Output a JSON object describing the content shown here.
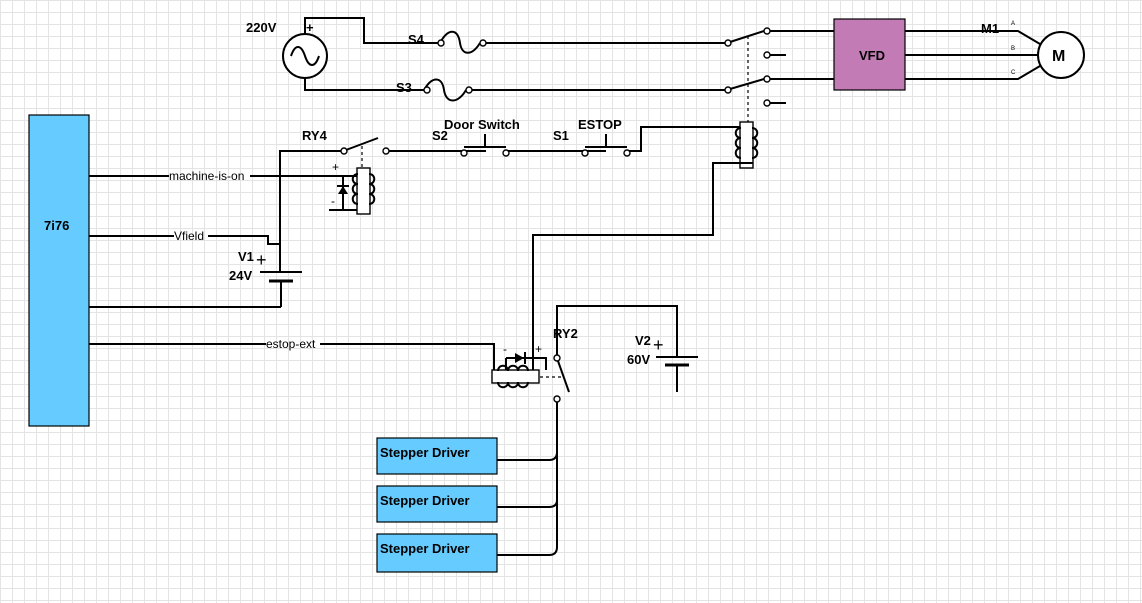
{
  "colors": {
    "controller": "#66ccff",
    "driver": "#66ccff",
    "vfd": "#c27bb4",
    "wire": "#000000",
    "grid": "#e4e4e4"
  },
  "controller": {
    "label": "7i76"
  },
  "source_ac": {
    "label": "220V",
    "polarity": "+"
  },
  "fuses": {
    "s4": "S4",
    "s3": "S3"
  },
  "vfd": {
    "label": "VFD"
  },
  "motor": {
    "ref": "M1",
    "symbol": "M",
    "phases": [
      "A",
      "B",
      "C"
    ]
  },
  "relays": {
    "ry4": "RY4",
    "ry2": "RY2"
  },
  "switches": {
    "s2": "S2",
    "door": "Door Switch",
    "s1": "S1",
    "estop": "ESTOP"
  },
  "signals": {
    "machine_on": "machine-is-on",
    "vfield": "Vfield",
    "estop_ext": "estop-ext"
  },
  "supplies": {
    "v1": {
      "ref": "V1",
      "voltage": "24V",
      "plus": "+"
    },
    "v2": {
      "ref": "V2",
      "voltage": "60V",
      "plus": "+"
    }
  },
  "coil_polarity": {
    "plus": "+",
    "minus": "-"
  },
  "drivers": [
    {
      "label": "Stepper Driver"
    },
    {
      "label": "Stepper Driver"
    },
    {
      "label": "Stepper Driver"
    }
  ]
}
